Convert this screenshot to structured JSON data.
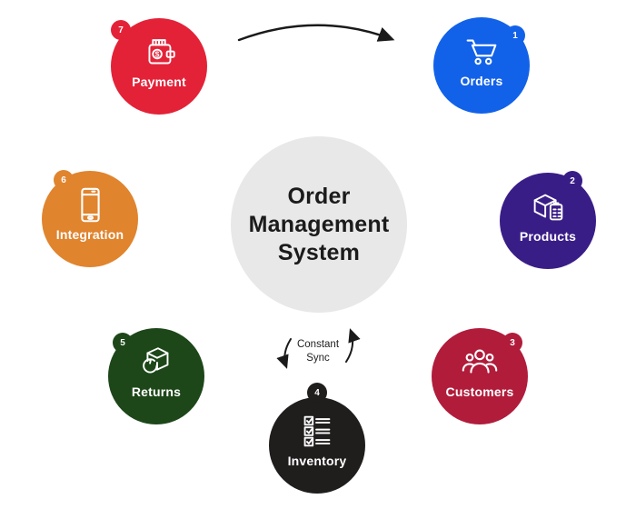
{
  "center": {
    "title": "Order Management System"
  },
  "sync_label": "Constant Sync",
  "colors": {
    "background": "#FFFFFF",
    "center_circle": "#E8E8E8",
    "arrow": "#1A1A1A",
    "title_text": "#1B1B1B"
  },
  "nodes": [
    {
      "step": "1",
      "label": "Orders",
      "color": "#1262E9",
      "icon": "shopping-cart-icon"
    },
    {
      "step": "2",
      "label": "Products",
      "color": "#391D87",
      "icon": "package-checklist-icon"
    },
    {
      "step": "3",
      "label": "Customers",
      "color": "#B11C3B",
      "icon": "customers-group-icon"
    },
    {
      "step": "4",
      "label": "Inventory",
      "color": "#201D1D",
      "icon": "inventory-checklist-icon"
    },
    {
      "step": "5",
      "label": "Returns",
      "color": "#1D4719",
      "icon": "package-return-icon"
    },
    {
      "step": "6",
      "label": "Integration",
      "color": "#E0842E",
      "icon": "smartphone-icon"
    },
    {
      "step": "7",
      "label": "Payment",
      "color": "#E32238",
      "icon": "wallet-icon"
    }
  ]
}
